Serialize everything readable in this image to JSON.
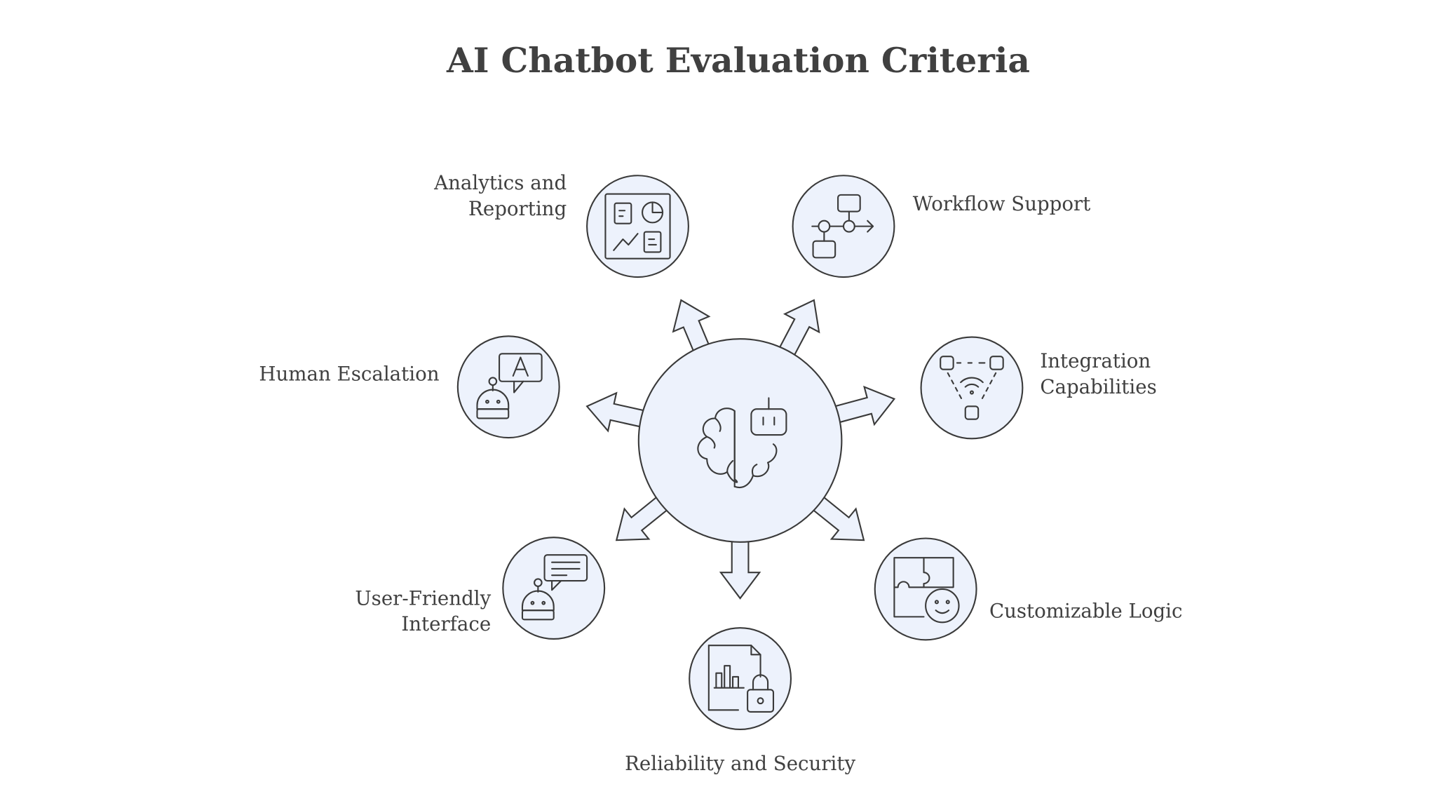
{
  "title": "AI Chatbot Evaluation Criteria",
  "colors": {
    "node_fill": "#edf2fc",
    "stroke": "#3a3a3a",
    "text": "#404040"
  },
  "center": {
    "icon": "brain-robot-icon"
  },
  "criteria": [
    {
      "lines": [
        "Analytics and",
        "Reporting"
      ],
      "icon": "dashboard-icon"
    },
    {
      "lines": [
        "Workflow Support"
      ],
      "icon": "workflow-icon"
    },
    {
      "lines": [
        "Integration",
        "Capabilities"
      ],
      "icon": "network-icon"
    },
    {
      "lines": [
        "Customizable Logic"
      ],
      "icon": "puzzle-face-icon"
    },
    {
      "lines": [
        "Reliability and Security"
      ],
      "icon": "document-lock-icon"
    },
    {
      "lines": [
        "User-Friendly",
        "Interface"
      ],
      "icon": "robot-chat-icon"
    },
    {
      "lines": [
        "Human Escalation"
      ],
      "icon": "robot-translate-icon"
    }
  ]
}
